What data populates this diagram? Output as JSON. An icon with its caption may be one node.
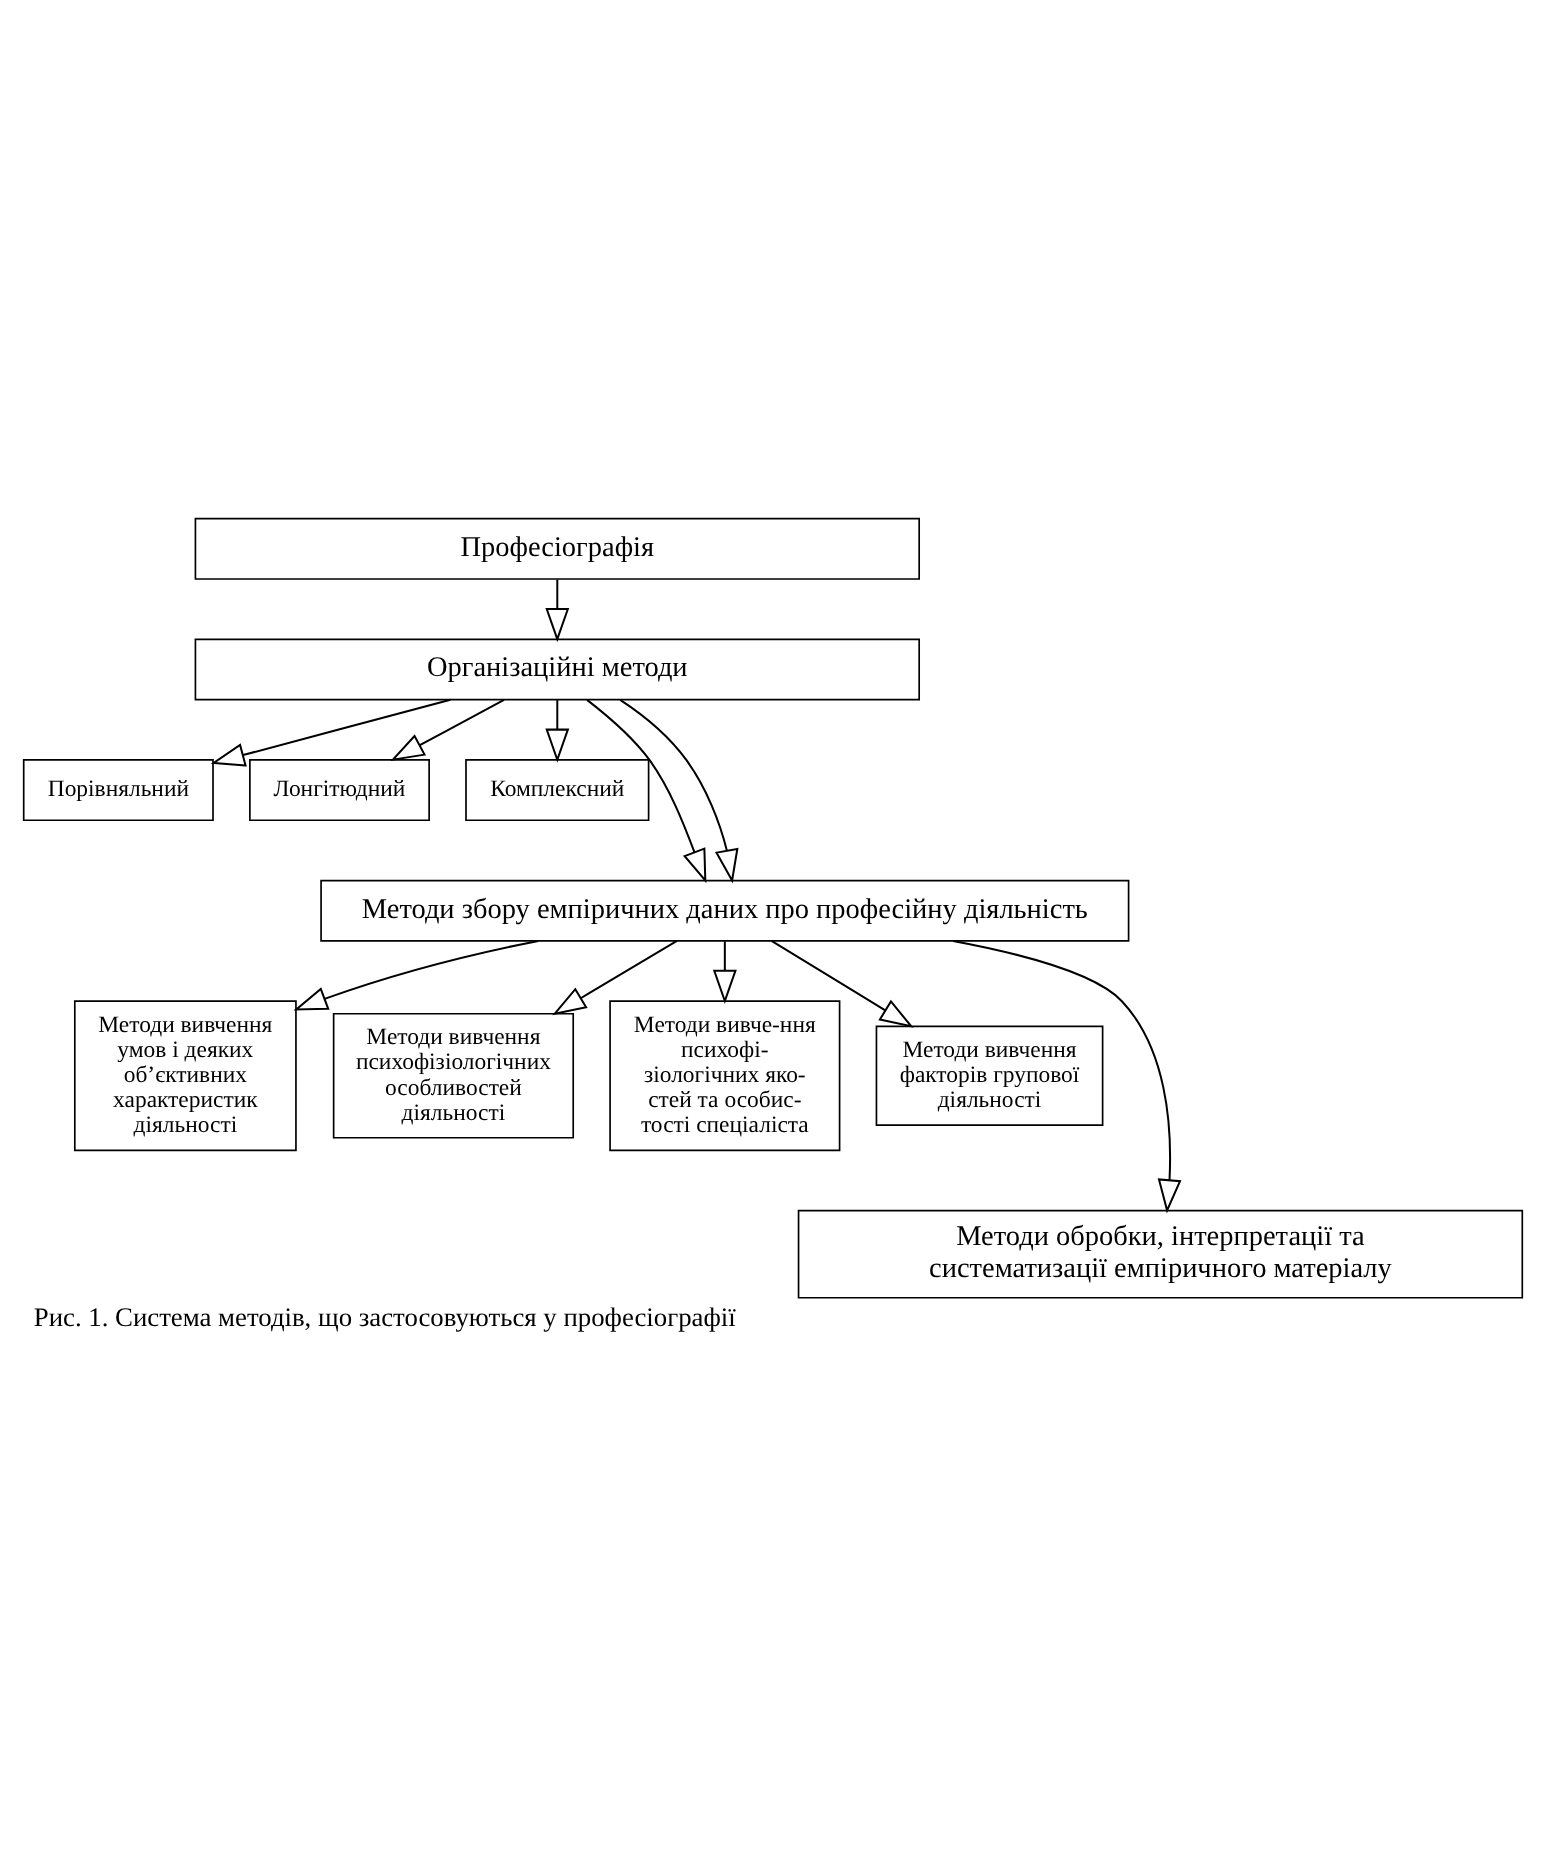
{
  "diagram": {
    "caption": "Рис. 1. Система методів, що застосовуються у професіографії",
    "nodes": [
      {
        "text": [
          "Професіографія"
        ]
      },
      {
        "text": [
          "Організаційні методи"
        ]
      },
      {
        "text": [
          "Порівняльний"
        ]
      },
      {
        "text": [
          "Лонгітюдний"
        ]
      },
      {
        "text": [
          "Комплексний"
        ]
      },
      {
        "text": [
          "Методи збору емпіричних даних про професійну діяльність"
        ]
      },
      {
        "text": [
          "Методи вивчення умов і деяких об’єктивних характеристик діяльності"
        ]
      },
      {
        "text": [
          "Методи вивчення психофізіологічних особливостей діяльності"
        ]
      },
      {
        "text": [
          "Методи вивче-ння психофі-зіологічних яко-стей та особис-тості спеціаліста"
        ]
      },
      {
        "text": [
          "Методи вивчення факторів групової діяльності"
        ]
      },
      {
        "text": [
          "Методи обробки, інтерпретації та систематизації емпіричного матеріалу"
        ]
      }
    ],
    "edges": [
      {
        "from": 0,
        "to": 1,
        "arrow": "to"
      },
      {
        "from": 1,
        "to": 2,
        "arrow": "to"
      },
      {
        "from": 1,
        "to": 5,
        "arrow": "to"
      },
      {
        "from": 1,
        "to": 3,
        "arrow": "to"
      },
      {
        "from": 1,
        "to": 5,
        "arrow": "to"
      },
      {
        "from": 1,
        "to": 4,
        "arrow": "to"
      },
      {
        "from": 5,
        "to": 6,
        "arrow": "to"
      },
      {
        "from": 5,
        "to": 7,
        "arrow": "to"
      },
      {
        "from": 5,
        "to": 10,
        "arrow": "to"
      },
      {
        "from": 5,
        "to": 8,
        "arrow": "to"
      },
      {
        "from": 5,
        "to": 9,
        "arrow": "to"
      }
    ]
  }
}
